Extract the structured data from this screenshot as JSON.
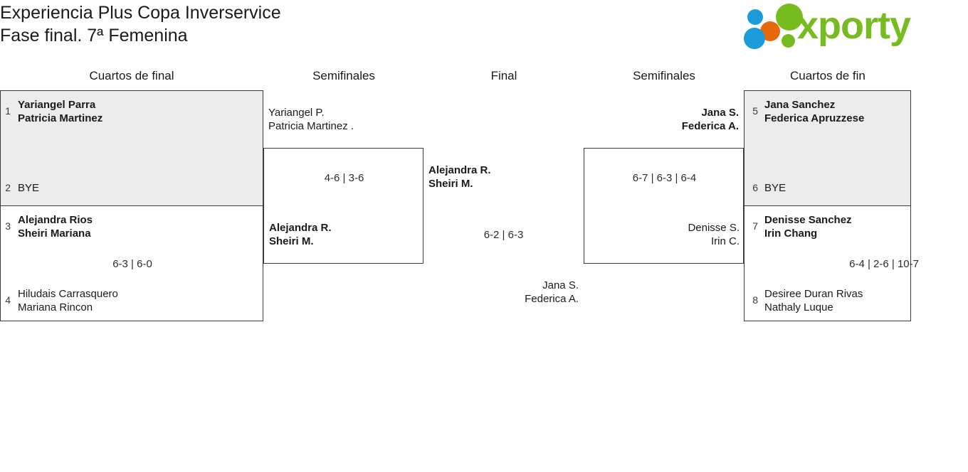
{
  "header": {
    "title": "Experiencia Plus Copa Inverservice\nFase final. 7ª Femenina",
    "logo_text": "xporty",
    "logo_colors": {
      "blue": "#1b9bd8",
      "orange": "#e8690b",
      "green": "#76bc21"
    }
  },
  "rounds": [
    {
      "label": "Cuartos de final",
      "side": "left"
    },
    {
      "label": "Semifinales",
      "side": "left"
    },
    {
      "label": "Final",
      "side": "center"
    },
    {
      "label": "Semifinales",
      "side": "right"
    },
    {
      "label": "Cuartos de fin",
      "side": "right"
    }
  ],
  "bracket": {
    "left_quarters": [
      {
        "top": {
          "seed": "1",
          "name": "Yariangel Parra\nPatricia Martinez",
          "winner": true
        },
        "bottom": {
          "seed": "2",
          "name": "BYE",
          "winner": false
        },
        "score": "",
        "shaded": true
      },
      {
        "top": {
          "seed": "3",
          "name": "Alejandra Rios\nSheiri Mariana",
          "winner": true
        },
        "bottom": {
          "seed": "4",
          "name": "Hiludais Carrasquero\nMariana Rincon",
          "winner": false
        },
        "score": "6-3 | 6-0",
        "shaded": false
      }
    ],
    "left_semi": {
      "top": {
        "name": "Yariangel P.\nPatricia Martinez .",
        "winner": false
      },
      "bottom": {
        "name": "Alejandra R.\nSheiri M.",
        "winner": true
      },
      "score": "4-6 | 3-6"
    },
    "final": {
      "top": {
        "name": "Alejandra R.\nSheiri M.",
        "winner": true
      },
      "bottom": {
        "name": "Jana S.\nFederica A.",
        "winner": false
      },
      "score": "6-2 | 6-3"
    },
    "right_semi": {
      "top": {
        "name": "Jana S.\nFederica A.",
        "winner": true
      },
      "bottom": {
        "name": "Denisse S.\nIrin C.",
        "winner": false
      },
      "score": "6-7 | 6-3 | 6-4"
    },
    "right_quarters": [
      {
        "top": {
          "seed": "5",
          "name": "Jana Sanchez\nFederica Apruzzese",
          "winner": true
        },
        "bottom": {
          "seed": "6",
          "name": "BYE",
          "winner": false
        },
        "score": "",
        "shaded": true
      },
      {
        "top": {
          "seed": "7",
          "name": "Denisse Sanchez\nIrin Chang",
          "winner": true
        },
        "bottom": {
          "seed": "8",
          "name": "Desiree Duran Rivas\nNathaly Luque",
          "winner": false
        },
        "score": "6-4 | 2-6 | 10-7",
        "shaded": false
      }
    ]
  }
}
